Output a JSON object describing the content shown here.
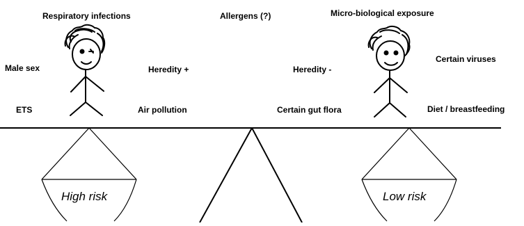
{
  "figure": {
    "colors": {
      "ink": "#000000",
      "background": "#ffffff"
    },
    "top_factors": {
      "respiratory_infections": "Respiratory infections",
      "allergens": "Allergens (?)",
      "micro_biological_exposure": "Micro-biological exposure"
    },
    "left_factors": {
      "male_sex": "Male sex",
      "heredity_plus": "Heredity +",
      "ets": "ETS",
      "air_pollution": "Air pollution"
    },
    "right_factors": {
      "heredity_minus": "Heredity -",
      "certain_viruses": "Certain viruses",
      "certain_gut_flora": "Certain gut flora",
      "diet_breastfeeding": "Diet / breastfeeding"
    },
    "left_pan": {
      "label": "High risk"
    },
    "right_pan": {
      "label": "Low risk"
    },
    "icons": {
      "left_figure": "stick-figure-icon",
      "right_figure": "stick-figure-icon",
      "balance": "balance-scale-icon"
    }
  }
}
